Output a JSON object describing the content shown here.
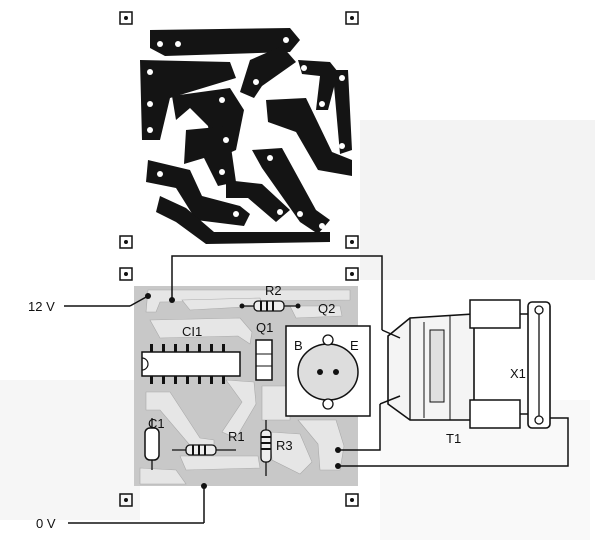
{
  "labels": {
    "v12": "12 V",
    "v0": "0 V",
    "r2": "R2",
    "q2": "Q2",
    "ci1": "CI1",
    "q1": "Q1",
    "b": "B",
    "e": "E",
    "x1": "X1",
    "c1": "C1",
    "r1": "R1",
    "r3": "R3",
    "t1": "T1"
  },
  "colors": {
    "ink": "#111111",
    "board": "#c8c8c8",
    "track": "#e6e6e6",
    "pcb_copper": "#141414"
  }
}
